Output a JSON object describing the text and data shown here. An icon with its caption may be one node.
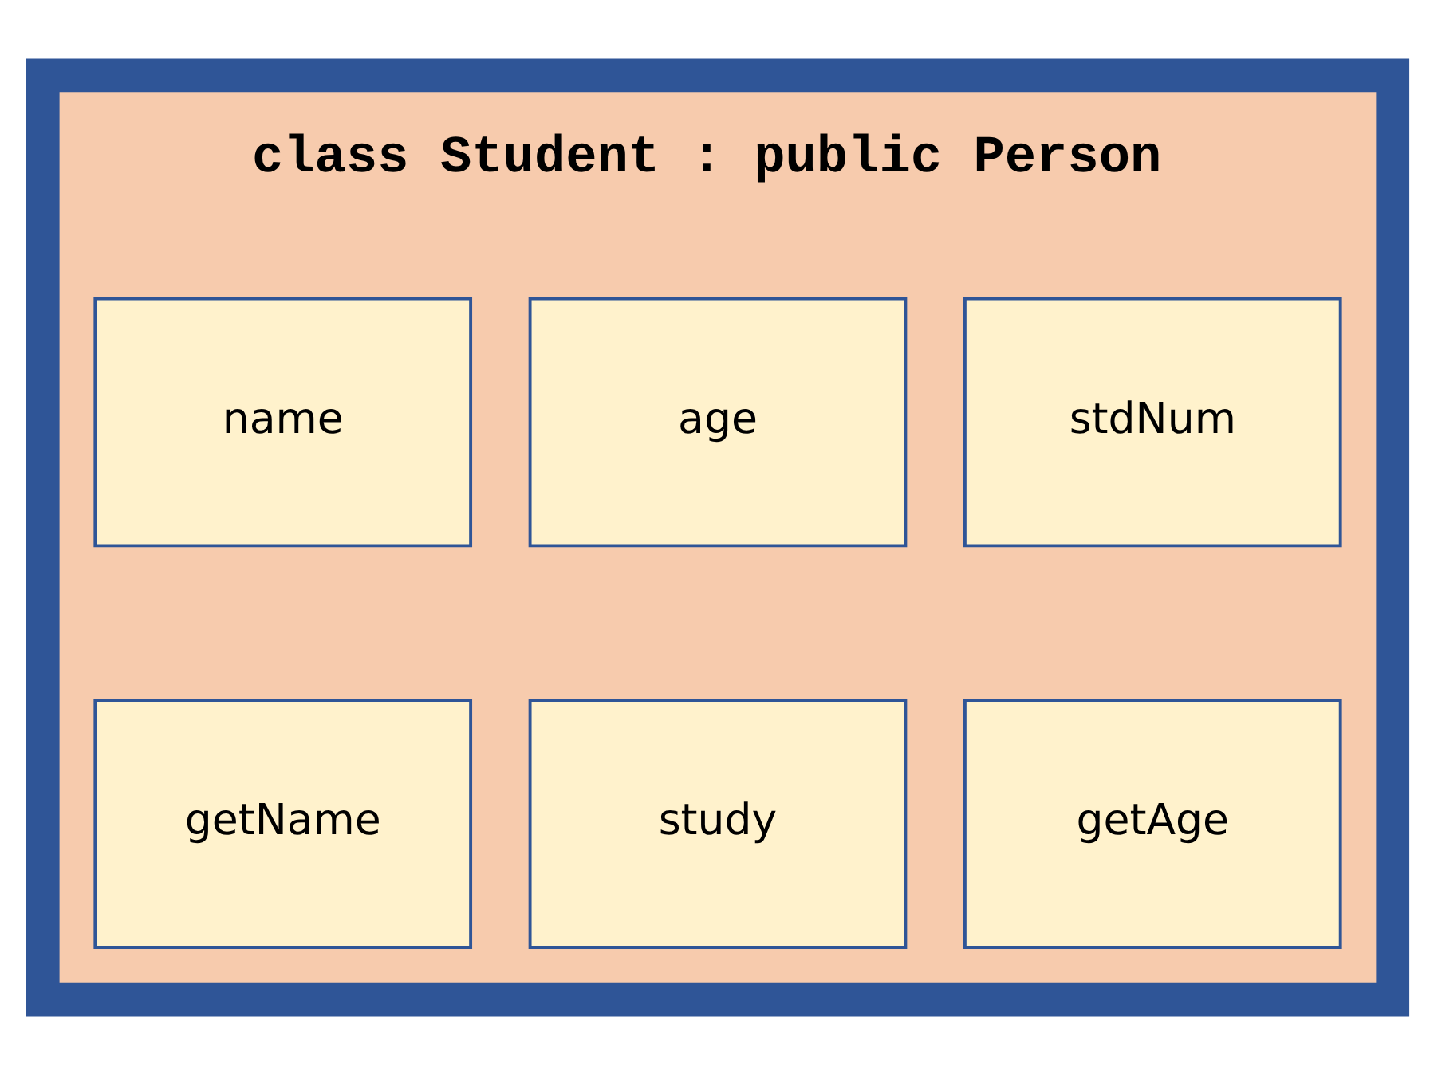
{
  "diagram": {
    "nodes": [
      {
        "text": [
          "class Student : public Person"
        ]
      },
      {
        "text": [
          "name"
        ],
        "in": 0
      },
      {
        "text": [
          "age"
        ],
        "in": 0
      },
      {
        "text": [
          "stdNum"
        ],
        "in": 0
      },
      {
        "text": [
          "getName"
        ],
        "in": 0
      },
      {
        "text": [
          "study"
        ],
        "in": 0
      },
      {
        "text": [
          "getAge"
        ],
        "in": 0
      }
    ],
    "edges": []
  }
}
